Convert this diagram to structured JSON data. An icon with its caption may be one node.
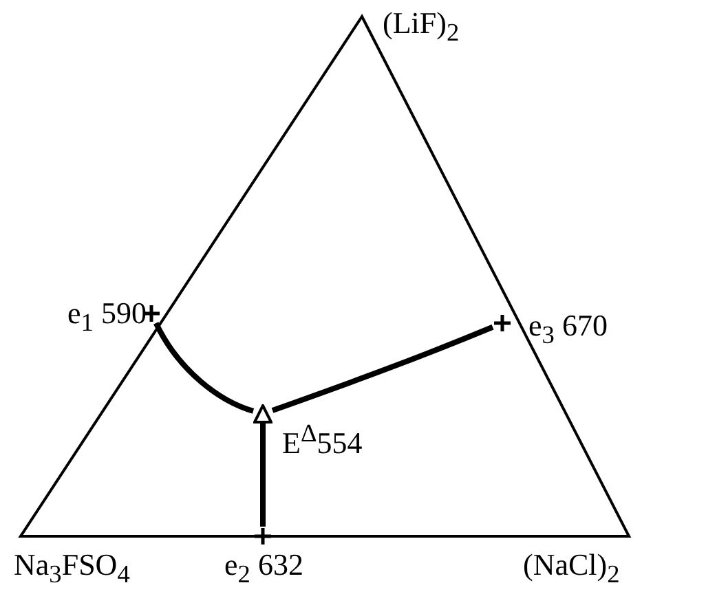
{
  "diagram": {
    "nodes": [
      {
        "text": [],
        "shape": "cross",
        "beside": [
          "e$_{1}$ 590"
        ]
      },
      {
        "text": [],
        "shape": "cross",
        "beside": [
          "e$_{3}$ 670"
        ]
      },
      {
        "text": [],
        "shape": "triangle",
        "beside": [
          "E$^{Δ}$554"
        ]
      },
      {
        "text": [],
        "shape": "cross",
        "beside": [
          "e$_{2}$ 632"
        ]
      }
    ],
    "edges": [
      {
        "from": 0,
        "to": 2,
        "arrow": "none"
      },
      {
        "from": 1,
        "to": 2,
        "arrow": "none"
      },
      {
        "from": 3,
        "to": 2,
        "arrow": "none"
      }
    ],
    "labels": [
      "(LiF)$_{2}$",
      "Na$_{3}$FSO$_{4}$",
      "(NaCl)$_{2}$"
    ]
  }
}
